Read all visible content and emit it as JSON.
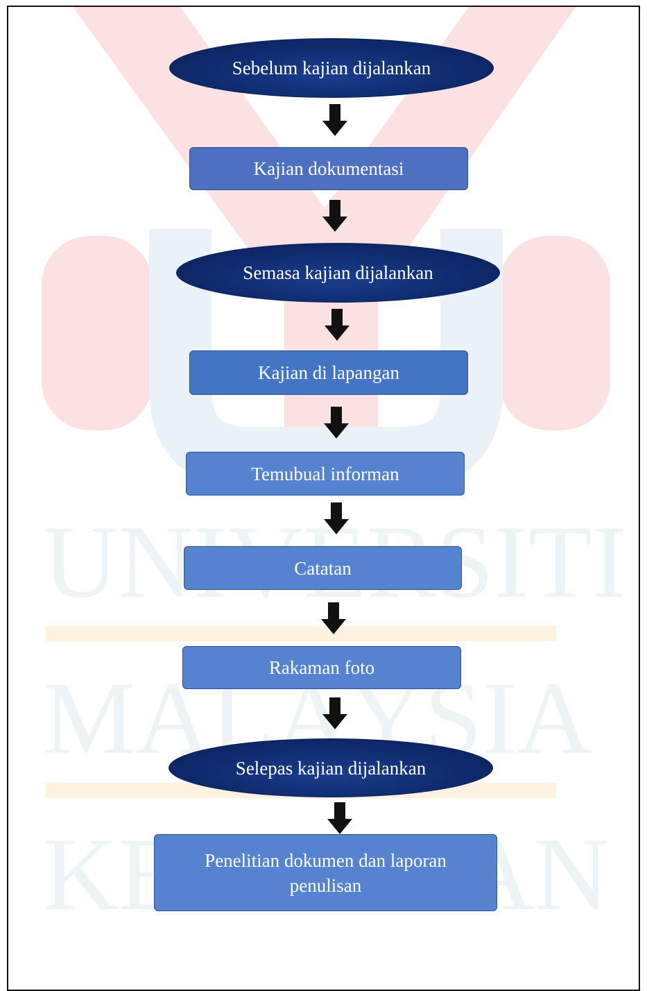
{
  "watermark": {
    "lines": [
      "UNIVERSITI",
      "MALAYSIA",
      "KELANTAN"
    ]
  },
  "flow": {
    "before_stage": "Sebelum kajian dijalankan",
    "doc_study": "Kajian dokumentasi",
    "during_stage": "Semasa kajian dijalankan",
    "field_study": "Kajian di lapangan",
    "interview": "Temubual informan",
    "notes": "Catatan",
    "photo": "Rakaman foto",
    "after_stage": "Selepas kajian dijalankan",
    "final_step": "Penelitian dokumen dan laporan penulisan"
  },
  "colors": {
    "oval_fill": "#0f2b6e",
    "box_fill": "#4d70c0",
    "arrow": "#111111"
  }
}
